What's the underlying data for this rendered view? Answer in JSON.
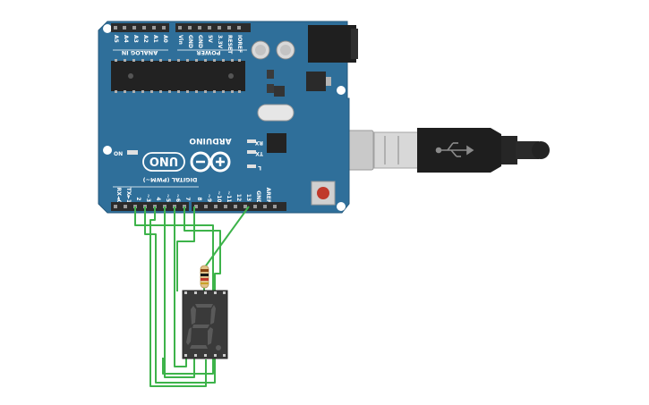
{
  "board": {
    "brand": "ARDUINO",
    "model": "UNO",
    "analog_header": "ANALOG IN",
    "power_header": "POWER",
    "digital_header": "DIGITAL (PWM~)",
    "label_on": "ON",
    "label_l": "L",
    "label_tx": "TX",
    "label_rx": "RX",
    "analog_pins": [
      "A5",
      "A4",
      "A3",
      "A2",
      "A1",
      "A0"
    ],
    "power_pins": [
      "Vin",
      "GND",
      "GND",
      "5V",
      "3.3V",
      "RESET",
      "IOREF"
    ],
    "digital_pins": [
      "RX◄0",
      "TX►1",
      "2",
      "~3",
      "4",
      "~5",
      "~6",
      "7",
      "8",
      "~9",
      "~10",
      "~11",
      "12",
      "13",
      "GND",
      "AREF"
    ]
  },
  "display": {
    "digit_glyph": "8.",
    "segment_color": "#5a5a5a",
    "body_color": "#3a3a3a"
  },
  "colors": {
    "board": "#2f6f9a",
    "wire": "#3db34a",
    "header": "#2b2b2b",
    "usb_cable": "#1e1e1e"
  }
}
